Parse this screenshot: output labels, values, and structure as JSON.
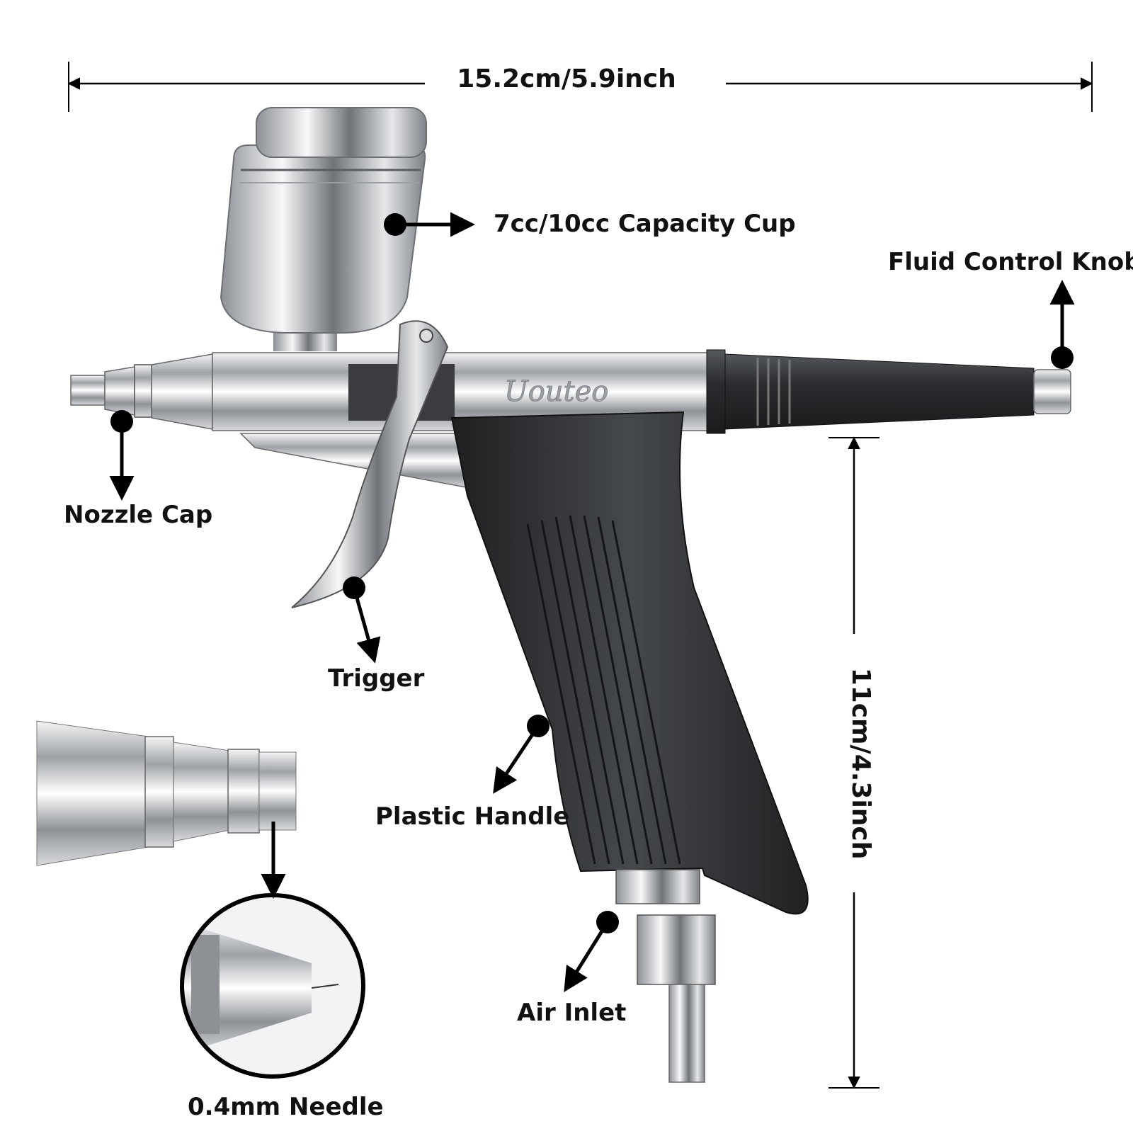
{
  "brand_mark": "Uouteo",
  "dimensions": {
    "width": "15.2cm/5.9inch",
    "height": "11cm/4.3inch"
  },
  "parts": {
    "cup": "7cc/10cc Capacity Cup",
    "fluid_knob": "Fluid Control Knob",
    "nozzle_cap": "Nozzle Cap",
    "trigger": "Trigger",
    "handle": "Plastic Handle",
    "air_inlet": "Air Inlet",
    "needle": "0.4mm Needle"
  },
  "colors": {
    "background": "#ffffff",
    "chrome": "#c9ccd0",
    "black_body": "#2b2d30",
    "callout": "#000000"
  }
}
